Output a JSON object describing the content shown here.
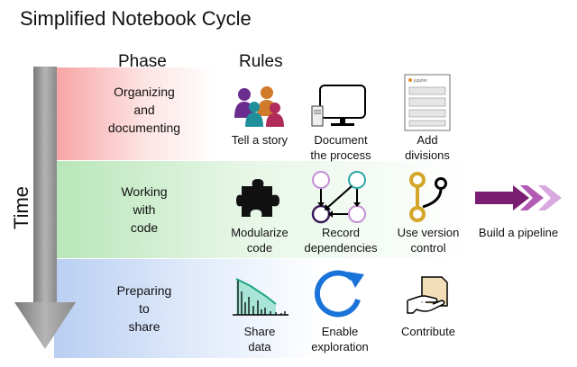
{
  "title": "Simplified Notebook Cycle",
  "headers": {
    "phase": "Phase",
    "rules": "Rules"
  },
  "axis_label": "Time",
  "phases": [
    {
      "lines": [
        "Organizing",
        "and",
        "documenting"
      ],
      "color": "#f8b7b7"
    },
    {
      "lines": [
        "Working",
        "with",
        "code"
      ],
      "color": "#c6ebc6"
    },
    {
      "lines": [
        "Preparing",
        "to",
        "share"
      ],
      "color": "#c6d8f5"
    }
  ],
  "rules": [
    {
      "label": [
        "Tell a story"
      ],
      "icon": "people-icon"
    },
    {
      "label": [
        "Document",
        "the process"
      ],
      "icon": "computer-icon"
    },
    {
      "label": [
        "Add",
        "divisions"
      ],
      "icon": "notebook-document-icon",
      "doc_header": "jupyter"
    },
    {
      "label": [
        "Modularize",
        "code"
      ],
      "icon": "puzzle-piece-icon"
    },
    {
      "label": [
        "Record",
        "dependencies"
      ],
      "icon": "dependency-graph-icon"
    },
    {
      "label": [
        "Use version",
        "control"
      ],
      "icon": "git-branch-icon"
    },
    {
      "label": [
        "Build a pipeline"
      ],
      "icon": "pipeline-arrows-icon"
    },
    {
      "label": [
        "Share",
        "data"
      ],
      "icon": "data-chart-icon"
    },
    {
      "label": [
        "Enable",
        "exploration"
      ],
      "icon": "refresh-icon"
    },
    {
      "label": [
        "Contribute"
      ],
      "icon": "hand-paper-icon"
    }
  ]
}
